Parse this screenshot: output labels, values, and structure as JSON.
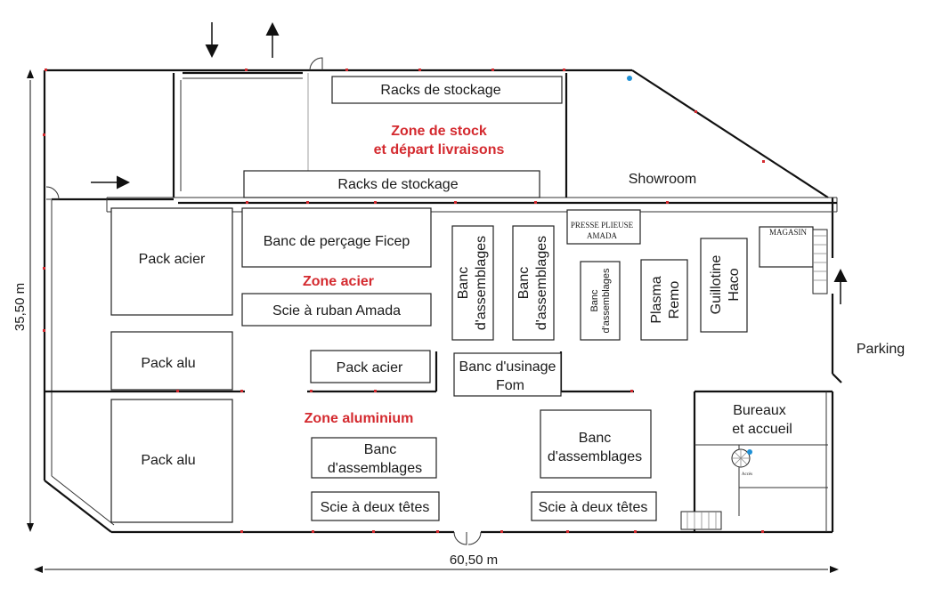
{
  "dimensions": {
    "height": "35,50 m",
    "width": "60,50 m"
  },
  "zones": {
    "stock": [
      "Zone de stock",
      "et départ livraisons"
    ],
    "acier": "Zone acier",
    "aluminium": "Zone aluminium"
  },
  "labels": {
    "racks_top": "Racks de stockage",
    "racks_bottom": "Racks de stockage",
    "showroom": "Showroom",
    "presse": [
      "PRESSE PLIEUSE",
      "AMADA"
    ],
    "magasin": "MAGASIN",
    "parking": "Parking",
    "pack_acier_left": "Pack acier",
    "pack_alu_mid": "Pack alu",
    "pack_alu_bottom": "Pack alu",
    "banc_percage": "Banc de perçage Ficep",
    "scie_ruban": "Scie à ruban Amada",
    "pack_acier_center": "Pack acier",
    "banc_usinage": [
      "Banc d'usinage",
      "Fom"
    ],
    "banc_assemblages_v1": [
      "Banc",
      "d'assemblages"
    ],
    "banc_assemblages_v2": [
      "Banc",
      "d'assemblages"
    ],
    "banc_assemblages_v3": [
      "Banc",
      "d'assemblages"
    ],
    "plasma": [
      "Plasma",
      "Remo"
    ],
    "guillotine": [
      "Guillotine",
      "Haco"
    ],
    "banc_assemblages_left": [
      "Banc",
      "d'assemblages"
    ],
    "banc_assemblages_right": [
      "Banc",
      "d'assemblages"
    ],
    "scie_deux_tetes_left": "Scie à deux têtes",
    "scie_deux_tetes_right": "Scie à deux têtes",
    "bureaux": [
      "Bureaux",
      "et accueil"
    ],
    "wc": "Accès"
  },
  "colors": {
    "zone": "#d42a2f",
    "wall": "#111111",
    "accent_blue": "#1e90d6"
  },
  "icons": [
    "arrow-down-icon",
    "arrow-up-icon",
    "arrow-right-icon",
    "arrow-up-parking-icon",
    "spiral-stair-icon"
  ]
}
